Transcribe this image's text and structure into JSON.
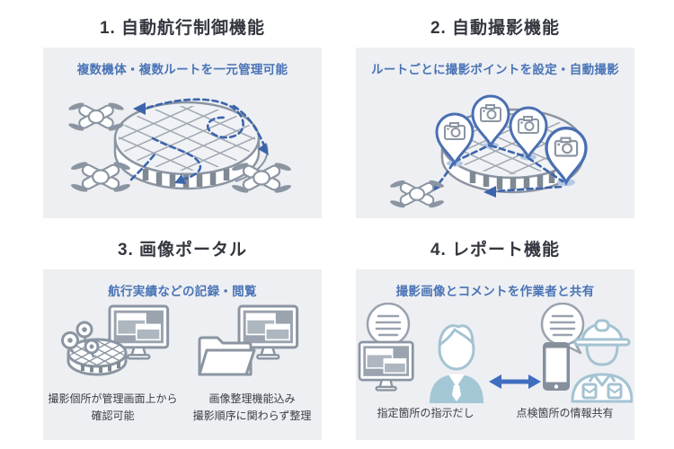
{
  "page": {
    "background": "#ffffff",
    "panel_background": "#edeff2"
  },
  "colors": {
    "title_text": "#33373e",
    "subtitle_blue": "#4a74b6",
    "caption_text": "#3a3e45",
    "line_art_gray": "#8b95a2",
    "route_dash_blue": "#3c64ab",
    "pin_outline_blue": "#4a6fb2",
    "pin_shadow_blue": "#b5c8e4",
    "manager_fill_blue": "#a4c7d6",
    "worker_outline_blue": "#a4c3d2",
    "arrow_blue": "#3f6ec0"
  },
  "features": [
    {
      "id": 1,
      "title": "1. 自動航行制御機能",
      "subtitle": "複数機体・複数ルートを一元管理可能",
      "illustration": "three-drones-flying-dashed-routes-over-lattice-dome-tank",
      "icons": [
        "drone-icon",
        "tank-icon",
        "route-arrow-icon"
      ],
      "captions": []
    },
    {
      "id": 2,
      "title": "2. 自動撮影機能",
      "subtitle": "ルートごとに撮影ポイントを設定・自動撮影",
      "illustration": "camera-waypoint-pins-on-tank-with-drone-route",
      "icons": [
        "camera-pin-icon",
        "tank-icon",
        "drone-icon",
        "route-arrow-icon"
      ],
      "captions": []
    },
    {
      "id": 3,
      "title": "3. 画像ポータル",
      "subtitle": "航行実績などの記録・閲覧",
      "illustration": "tank-map-with-pins-and-monitor-plus-folder-and-monitor",
      "icons": [
        "map-pin-icon",
        "tank-icon",
        "monitor-icon",
        "folder-icon"
      ],
      "captions": [
        "撮影個所が管理画面上から\n確認可能",
        "画像整理機能込み\n撮影順序に関わらず整理"
      ]
    },
    {
      "id": 4,
      "title": "4. レポート機能",
      "subtitle": "撮影画像とコメントを作業者と共有",
      "illustration": "manager-with-pc-exchanging-with-helmet-worker-with-phone",
      "icons": [
        "speech-bubble-icon",
        "monitor-icon",
        "manager-icon",
        "double-arrow-icon",
        "smartphone-icon",
        "worker-icon"
      ],
      "captions": [
        "指定箇所の指示だし",
        "点検箇所の情報共有"
      ]
    }
  ]
}
